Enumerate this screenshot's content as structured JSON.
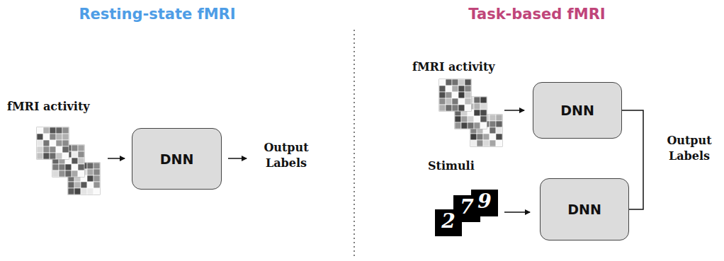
{
  "diagram": {
    "nodes": [
      {
        "text": [
          "DNN"
        ]
      },
      {
        "text": [
          "DNN"
        ]
      },
      {
        "text": [
          "DNN"
        ]
      }
    ],
    "edges": [
      {
        "from": 1,
        "to": 2,
        "arrow": "none"
      }
    ],
    "labels": [
      "Resting-state fMRI",
      "Task-based fMRI",
      "fMRI activity",
      "Output Labels",
      "fMRI activity",
      "Stimuli",
      "Output Labels",
      "2",
      "7",
      "9"
    ]
  }
}
